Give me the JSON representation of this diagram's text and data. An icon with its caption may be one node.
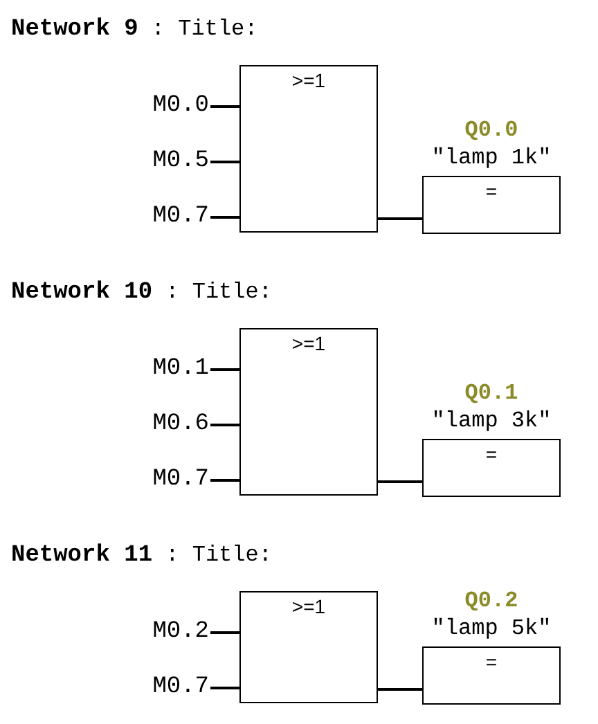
{
  "diagram": {
    "nodes": [
      {
        "text": [
          ">=1"
        ]
      },
      {
        "text": [
          "M0.0"
        ]
      },
      {
        "text": [
          "M0.5"
        ]
      },
      {
        "text": [
          "M0.7"
        ]
      },
      {
        "text": [
          "="
        ],
        "beside": [
          "Q0.0",
          "\"lamp 1k\""
        ]
      },
      {
        "text": [
          ">=1"
        ]
      },
      {
        "text": [
          "M0.1"
        ]
      },
      {
        "text": [
          "M0.6"
        ]
      },
      {
        "text": [
          "M0.7"
        ]
      },
      {
        "text": [
          "="
        ],
        "beside": [
          "Q0.1",
          "\"lamp 3k\""
        ]
      },
      {
        "text": [
          ">=1"
        ]
      },
      {
        "text": [
          "M0.2"
        ]
      },
      {
        "text": [
          "M0.7"
        ]
      },
      {
        "text": [
          "="
        ],
        "beside": [
          "Q0.2",
          "\"lamp 5k\""
        ]
      }
    ],
    "edges": [
      {
        "from": 1,
        "to": 0,
        "arrow": "none"
      },
      {
        "from": 2,
        "to": 0,
        "arrow": "none"
      },
      {
        "from": 3,
        "to": 0,
        "arrow": "none"
      },
      {
        "from": 0,
        "to": 4,
        "arrow": "none"
      },
      {
        "from": 6,
        "to": 5,
        "arrow": "none"
      },
      {
        "from": 7,
        "to": 5,
        "arrow": "none"
      },
      {
        "from": 8,
        "to": 5,
        "arrow": "none"
      },
      {
        "from": 5,
        "to": 9,
        "arrow": "none"
      },
      {
        "from": 11,
        "to": 10,
        "arrow": "none"
      },
      {
        "from": 12,
        "to": 10,
        "arrow": "none"
      },
      {
        "from": 10,
        "to": 13,
        "arrow": "none"
      }
    ],
    "labels": [
      "**Network 9** : Title:",
      "**Network 10** : Title:",
      "**Network 11** : Title:"
    ]
  }
}
